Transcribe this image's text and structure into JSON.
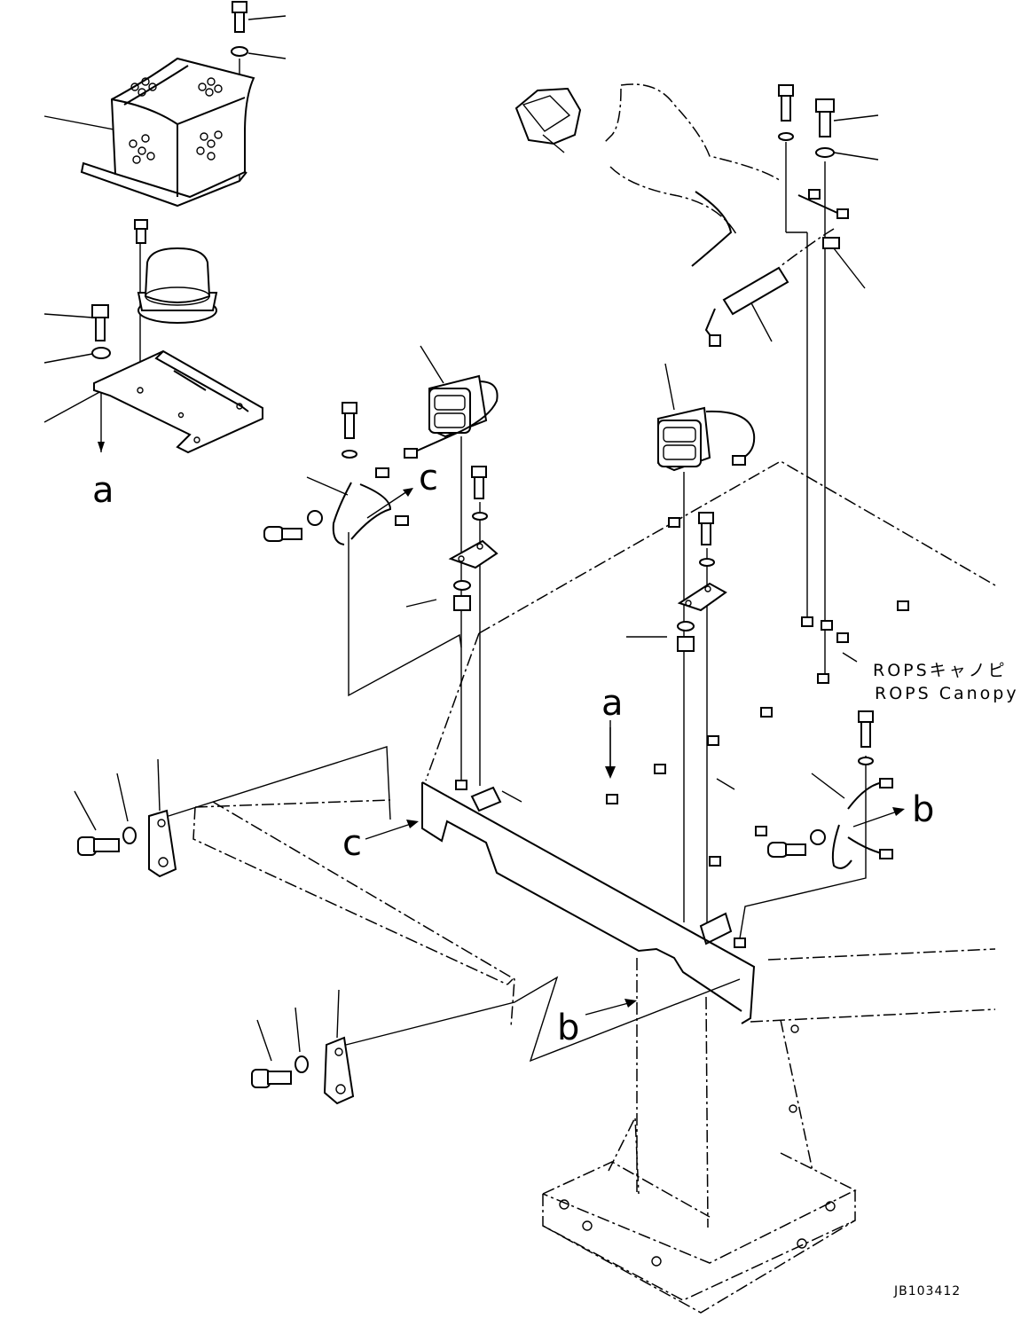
{
  "drawing": {
    "code": "JB103412",
    "note_japanese": "ROPSキャノピ",
    "note_english": "ROPS Canopy"
  },
  "callouts": {
    "a_upper": "a",
    "a_lower": "a",
    "b_right": "b",
    "b_bottom": "b",
    "c_upper": "c",
    "c_left": "c"
  }
}
